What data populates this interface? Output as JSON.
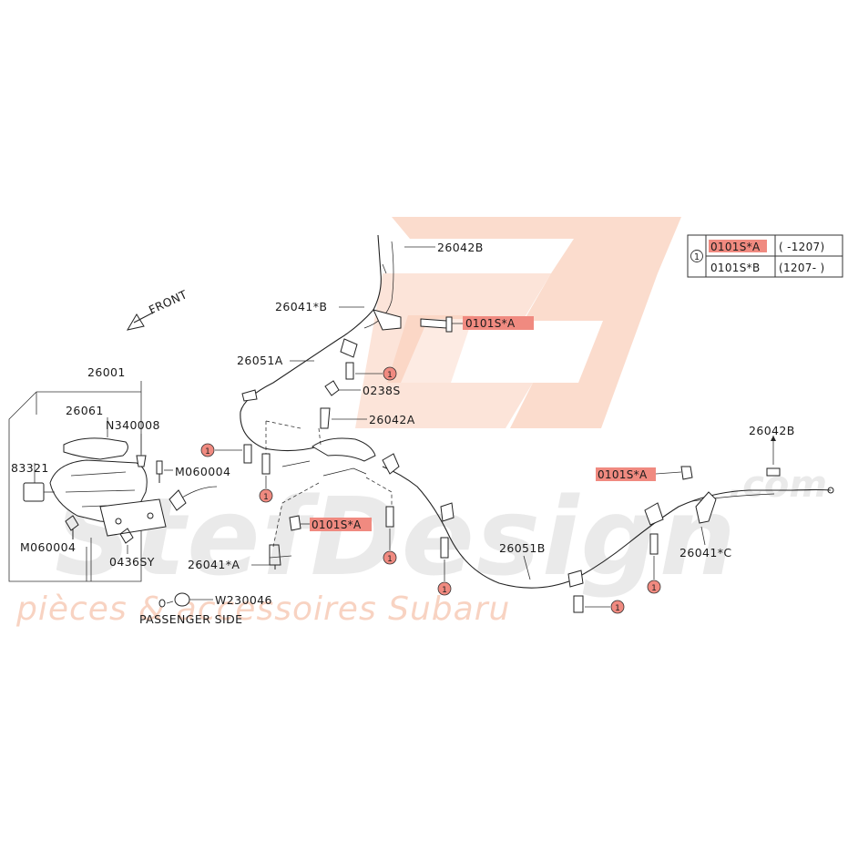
{
  "watermark": {
    "brand": "StefDesign",
    "tagline": "pièces & accessoires Subaru",
    "domain_suffix": ".com"
  },
  "colors": {
    "highlight": "#f08a80",
    "logo": "#f6b191",
    "marker": "#f08a80"
  },
  "orientation": {
    "label": "FRONT"
  },
  "side_note": "PASSENGER SIDE",
  "callout_marker": "1",
  "legend": {
    "marker": "1",
    "rows": [
      {
        "part": "0101S*A",
        "range": "( -1207)",
        "highlight": true
      },
      {
        "part": "0101S*B",
        "range": "(1207- )",
        "highlight": false
      }
    ]
  },
  "labels": {
    "p26042B_top": "26042B",
    "p26041B": "26041*B",
    "p0101SA_top": "0101S*A",
    "p26051A": "26051A",
    "p0238S": "0238S",
    "p26042A": "26042A",
    "p26001": "26001",
    "p26061": "26061",
    "pN340008": "N340008",
    "p83321": "83321",
    "pM060004_right": "M060004",
    "pM060004_left": "M060004",
    "p0436SY": "0436SY",
    "p0101SA_mid": "0101S*A",
    "p26041A": "26041*A",
    "pW230046": "W230046",
    "p26051B": "26051B",
    "p26042B_right": "26042B",
    "p0101SA_right": "0101S*A",
    "p26041C": "26041*C"
  }
}
